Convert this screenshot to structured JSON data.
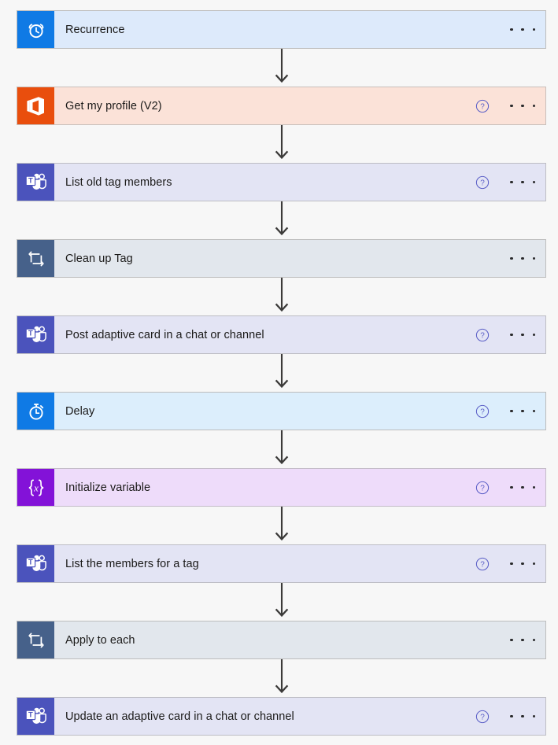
{
  "canvas": {
    "background_color": "#f7f7f7",
    "arrow_color": "#3b3a39",
    "help_icon_color": "#5b5fc7",
    "text_color": "#1b1a19"
  },
  "flow": {
    "nodes": [
      {
        "title": "Recurrence",
        "icon_name": "alarm-clock-icon",
        "icon_kind": "alarm",
        "theme": "t-recurrence",
        "icon_bg": "#0f7ae5",
        "card_bg": "#ddeafb",
        "has_help": false,
        "has_more": true,
        "more_label": "More commands"
      },
      {
        "title": "Get my profile (V2)",
        "icon_name": "office-365-icon",
        "icon_kind": "office",
        "theme": "t-office",
        "icon_bg": "#e94e0d",
        "card_bg": "#fbe2d8",
        "has_help": true,
        "has_more": true,
        "more_label": "More commands"
      },
      {
        "title": "List old tag members",
        "icon_name": "microsoft-teams-icon",
        "icon_kind": "teams",
        "theme": "t-teams",
        "icon_bg": "#4b53bc",
        "card_bg": "#e3e4f4",
        "has_help": true,
        "has_more": true,
        "more_label": "More commands"
      },
      {
        "title": "Clean up Tag",
        "icon_name": "apply-to-each-loop-icon",
        "icon_kind": "loop",
        "theme": "t-control",
        "icon_bg": "#46618a",
        "card_bg": "#e2e7ed",
        "has_help": false,
        "has_more": true,
        "more_label": "More commands"
      },
      {
        "title": "Post adaptive card in a chat or channel",
        "icon_name": "microsoft-teams-icon",
        "icon_kind": "teams",
        "theme": "t-teams",
        "icon_bg": "#4b53bc",
        "card_bg": "#e3e4f4",
        "has_help": true,
        "has_more": true,
        "more_label": "More commands"
      },
      {
        "title": "Delay",
        "icon_name": "stopwatch-icon",
        "icon_kind": "stopwatch",
        "theme": "t-delay",
        "icon_bg": "#0f7ae5",
        "card_bg": "#dceefc",
        "has_help": true,
        "has_more": true,
        "more_label": "More commands"
      },
      {
        "title": "Initialize variable",
        "icon_name": "variable-braces-icon",
        "icon_kind": "variable",
        "theme": "t-variable",
        "icon_bg": "#8312d8",
        "card_bg": "#eedcfa",
        "has_help": true,
        "has_more": true,
        "more_label": "More commands"
      },
      {
        "title": "List the members for a tag",
        "icon_name": "microsoft-teams-icon",
        "icon_kind": "teams",
        "theme": "t-teams",
        "icon_bg": "#4b53bc",
        "card_bg": "#e3e4f4",
        "has_help": true,
        "has_more": true,
        "more_label": "More commands"
      },
      {
        "title": "Apply to each",
        "icon_name": "apply-to-each-loop-icon",
        "icon_kind": "loop",
        "theme": "t-control",
        "icon_bg": "#46618a",
        "card_bg": "#e2e7ed",
        "has_help": false,
        "has_more": true,
        "more_label": "More commands"
      },
      {
        "title": "Update an adaptive card in a chat or channel",
        "icon_name": "microsoft-teams-icon",
        "icon_kind": "teams",
        "theme": "t-teams",
        "icon_bg": "#4b53bc",
        "card_bg": "#e3e4f4",
        "has_help": true,
        "has_more": true,
        "more_label": "More commands"
      }
    ],
    "connector_count": 9,
    "connector_name": "flow-connector-arrow"
  }
}
